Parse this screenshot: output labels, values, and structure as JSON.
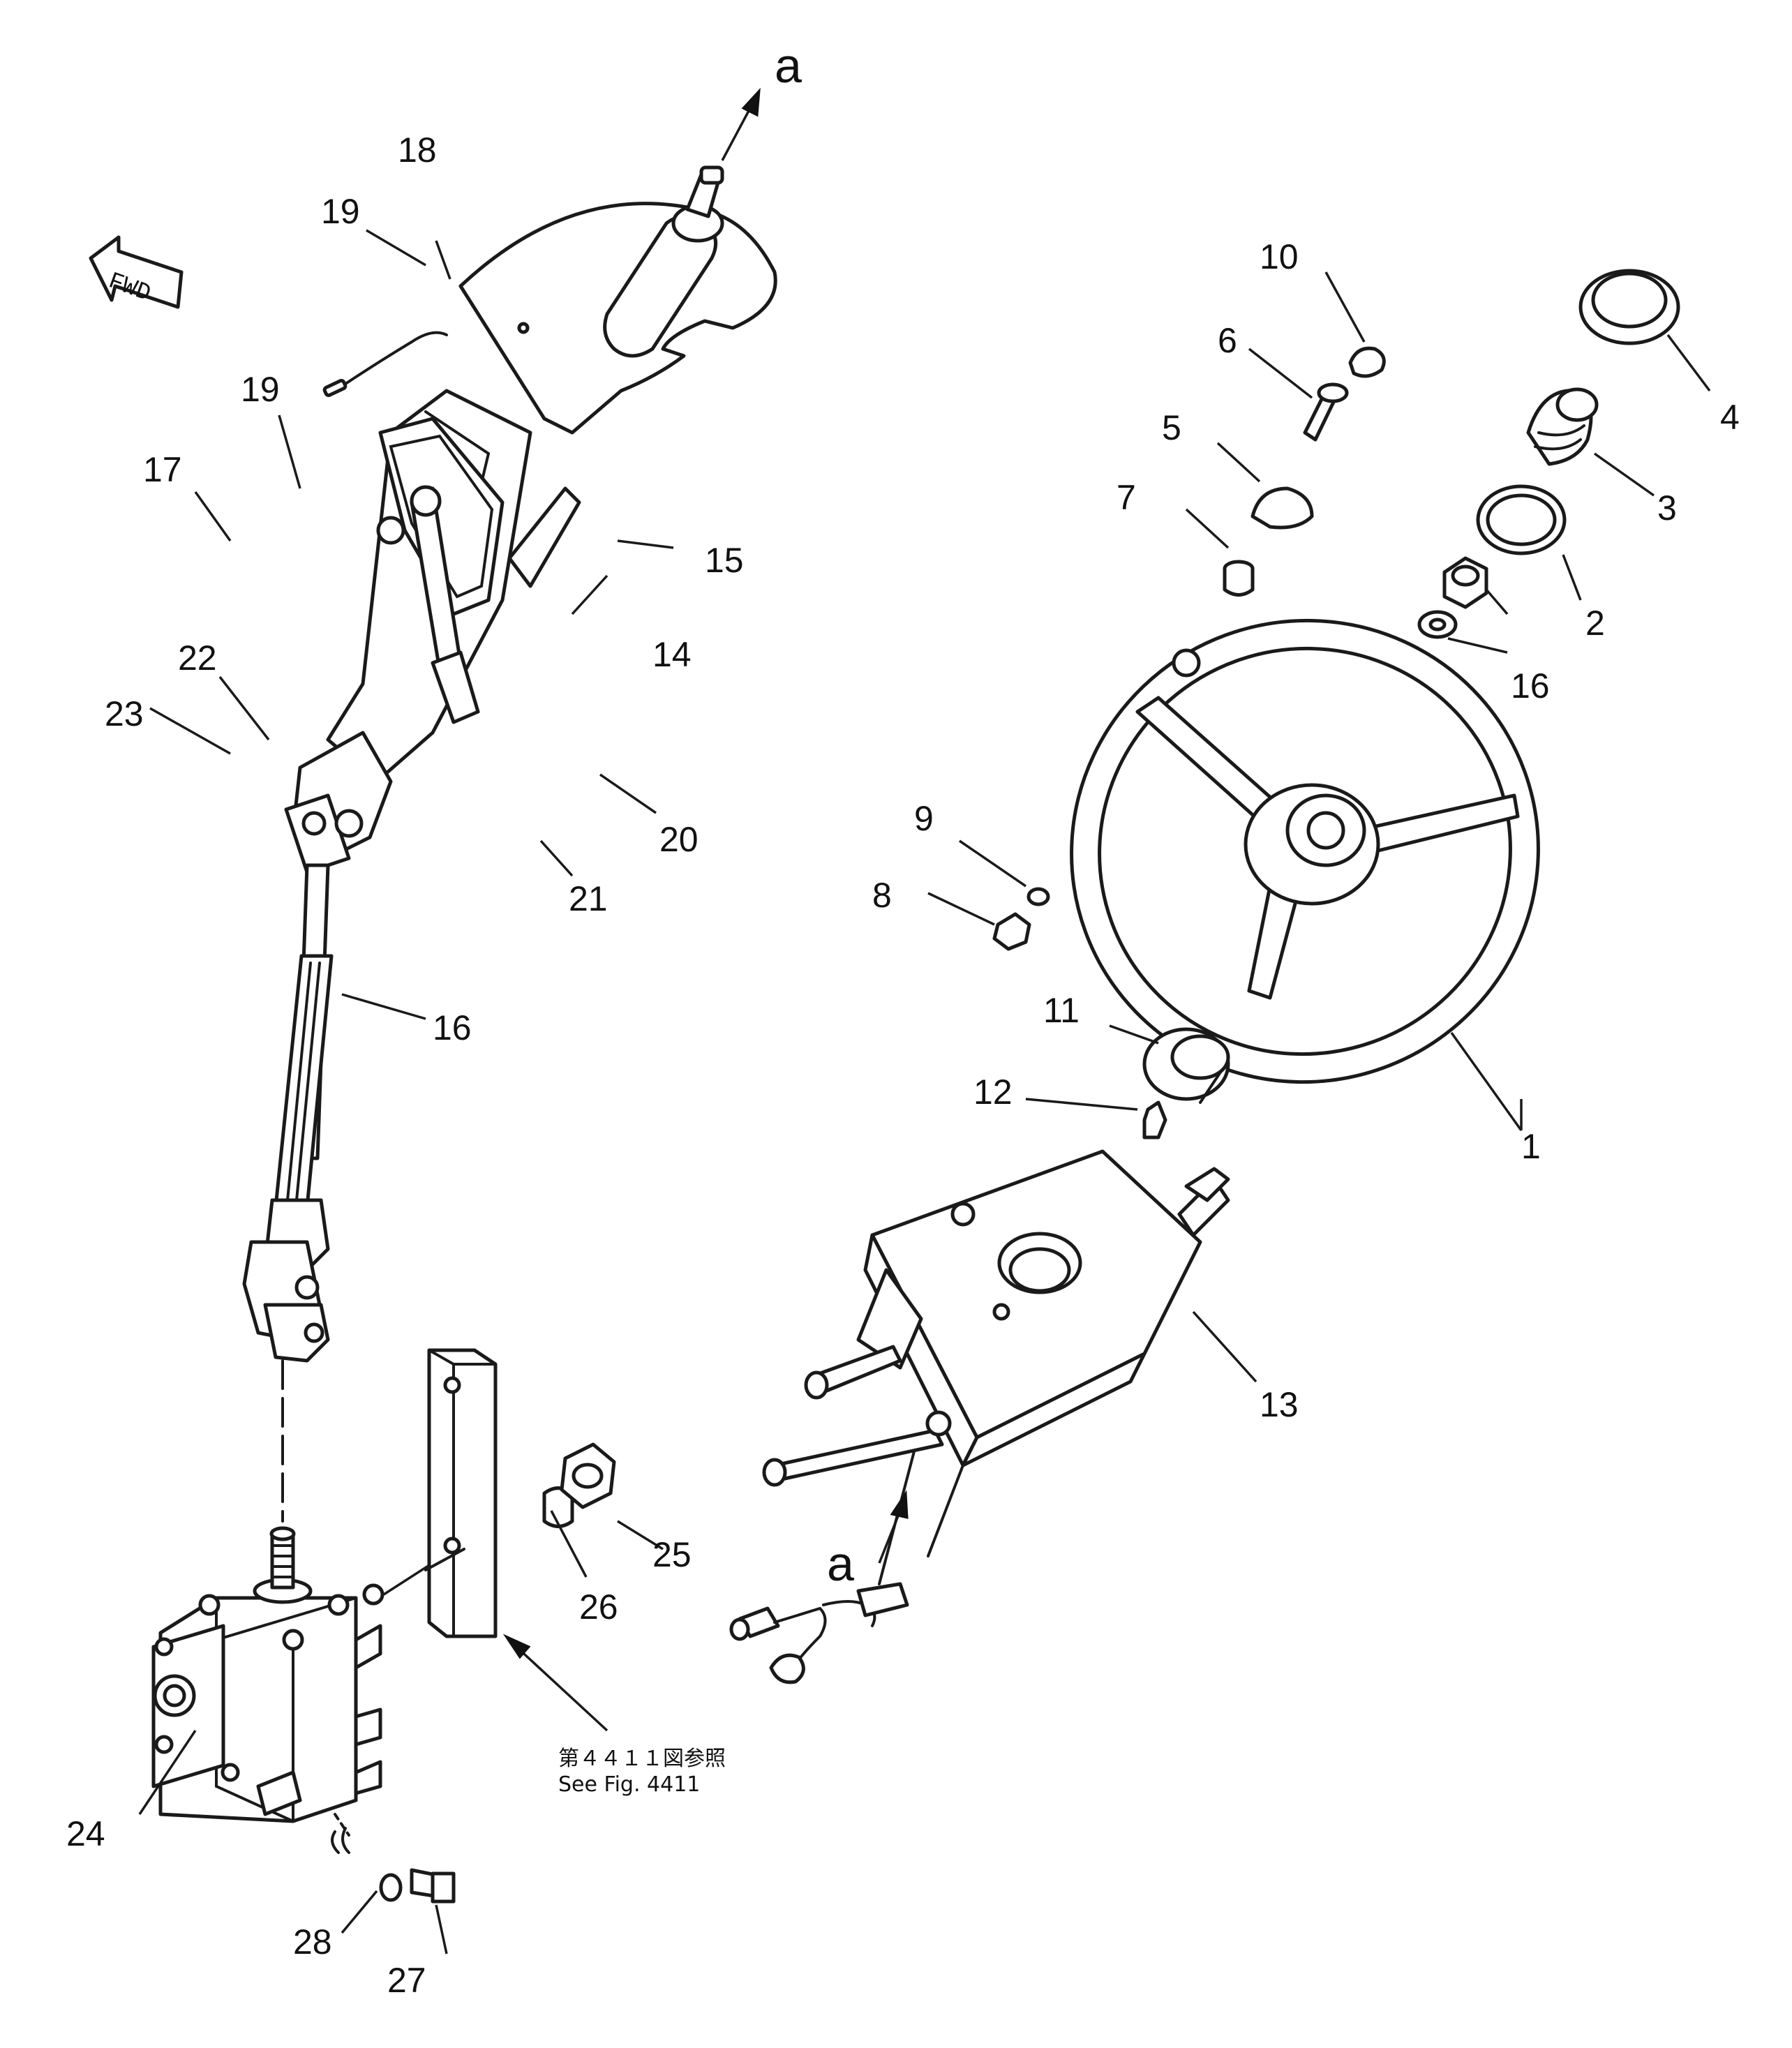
{
  "diagram": {
    "labels": [
      "1",
      "2",
      "3",
      "4",
      "5",
      "6",
      "7",
      "8",
      "9",
      "10",
      "11",
      "12",
      "13",
      "14",
      "15",
      "16",
      "17",
      "18",
      "19",
      "20",
      "21",
      "22",
      "23",
      "24",
      "25",
      "26",
      "27",
      "28"
    ],
    "connector_label": "a",
    "direction_label": "FWD",
    "reference_note_jp": "第４４１１図参照",
    "reference_note_en": "See Fig. 4411"
  }
}
